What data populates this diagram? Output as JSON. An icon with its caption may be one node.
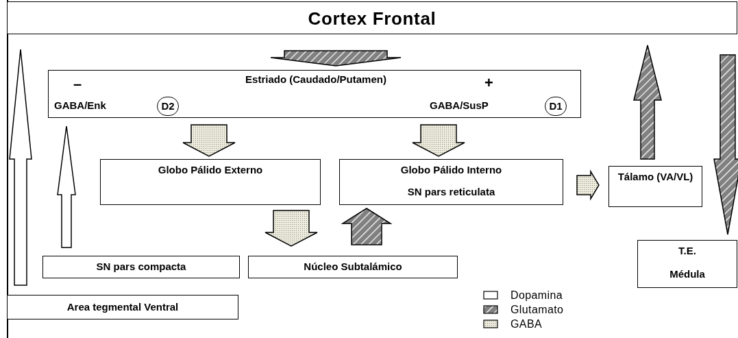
{
  "diagram": {
    "nodes": [
      {
        "text": [
          "Cortex Frontal"
        ]
      },
      {
        "text": [
          "–",
          "Estriado (Caudado/Putamen)",
          "+",
          "GABA/Enk",
          "GABA/SusP"
        ]
      },
      {
        "text": [
          "D2"
        ],
        "in": 1
      },
      {
        "text": [
          "D1"
        ],
        "in": 1
      },
      {
        "text": [
          "Globo Pálido Externo"
        ]
      },
      {
        "text": [
          "Globo Pálido Interno",
          "SN pars reticulata"
        ]
      },
      {
        "text": [
          "Tálamo (VA/VL)"
        ]
      },
      {
        "text": [
          "SN pars compacta"
        ]
      },
      {
        "text": [
          "Núcleo Subtalámico"
        ]
      },
      {
        "text": [
          "T.E.",
          "Médula"
        ]
      },
      {
        "text": [
          "Area tegmental Ventral"
        ]
      }
    ],
    "edges": [
      {
        "from": 0,
        "to": 1,
        "arrow": "to",
        "color": "#808080"
      },
      {
        "from": 1,
        "to": 4,
        "arrow": "to",
        "color": "#ecebdc"
      },
      {
        "from": 1,
        "to": 5,
        "arrow": "to",
        "color": "#ecebdc"
      },
      {
        "from": 4,
        "to": 8,
        "arrow": "to",
        "color": "#ecebdc"
      },
      {
        "from": 8,
        "to": 5,
        "arrow": "to",
        "color": "#808080"
      },
      {
        "from": 5,
        "to": 6,
        "arrow": "to",
        "color": "#ecebdc"
      },
      {
        "from": 6,
        "to": 0,
        "arrow": "to",
        "color": "#808080"
      },
      {
        "from": 0,
        "to": 9,
        "arrow": "to",
        "color": "#808080"
      },
      {
        "from": 7,
        "to": 1,
        "arrow": "to"
      },
      {
        "from": 10,
        "to": 0,
        "arrow": "to"
      }
    ],
    "legend": [
      {
        "text": "Dopamina"
      },
      {
        "text": "Glutamato"
      },
      {
        "text": "GABA"
      }
    ]
  }
}
